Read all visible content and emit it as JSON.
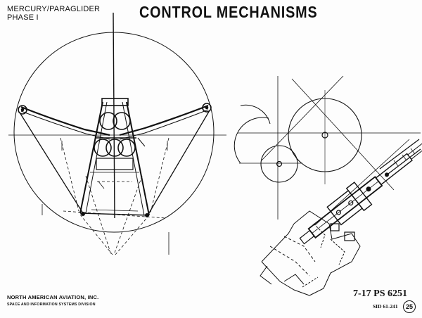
{
  "header": {
    "project_line1": "MERCURY/PARAGLIDER",
    "project_line2": "PHASE I",
    "title": "CONTROL MECHANISMS"
  },
  "footer": {
    "company": "NORTH AMERICAN AVIATION, INC.",
    "division": "SPACE AND INFORMATION SYSTEMS DIVISION",
    "reference": "7-17 PS 6251",
    "sid": "SID 61-241",
    "page_number": "25"
  },
  "colors": {
    "ink": "#111111",
    "paper": "#fdfdfd"
  }
}
